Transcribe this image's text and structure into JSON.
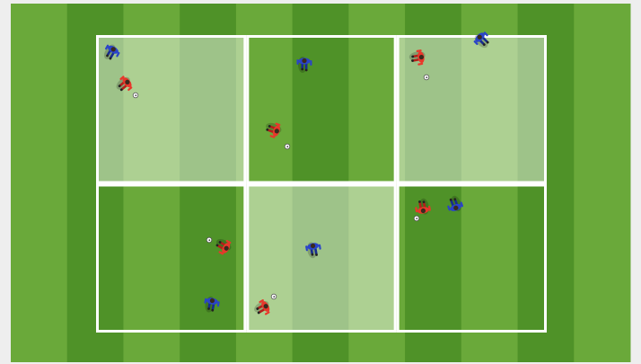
{
  "pitch": {
    "grass_light": "#6aa93a",
    "grass_dark": "#4f9228",
    "border": "#eeeeee",
    "line_color": "#ffffff",
    "zone_overlay": "#ffffff"
  },
  "zones": [
    {
      "row": 0,
      "col": 0,
      "highlighted": true
    },
    {
      "row": 0,
      "col": 1,
      "highlighted": false
    },
    {
      "row": 0,
      "col": 2,
      "highlighted": true
    },
    {
      "row": 1,
      "col": 0,
      "highlighted": false
    },
    {
      "row": 1,
      "col": 1,
      "highlighted": true
    },
    {
      "row": 1,
      "col": 2,
      "highlighted": false
    }
  ],
  "teams": {
    "attack": {
      "color": "#e8372b",
      "shade": "#b3201a"
    },
    "defend": {
      "color": "#2a43c9",
      "shade": "#172c8f"
    }
  },
  "icons": {
    "player": "player-icon",
    "ball": "ball-icon"
  },
  "players": [
    {
      "team": "defend",
      "zone": 0
    },
    {
      "team": "attack",
      "zone": 0
    },
    {
      "team": "defend",
      "zone": 1
    },
    {
      "team": "attack",
      "zone": 1
    },
    {
      "team": "attack",
      "zone": 2
    },
    {
      "team": "defend",
      "zone": 2
    },
    {
      "team": "attack",
      "zone": 3
    },
    {
      "team": "defend",
      "zone": 3
    },
    {
      "team": "defend",
      "zone": 4
    },
    {
      "team": "attack",
      "zone": 4
    },
    {
      "team": "attack",
      "zone": 5
    },
    {
      "team": "defend",
      "zone": 5
    }
  ],
  "balls": [
    {
      "zone": 0
    },
    {
      "zone": 1
    },
    {
      "zone": 2
    },
    {
      "zone": 3
    },
    {
      "zone": 4
    },
    {
      "zone": 5
    }
  ]
}
